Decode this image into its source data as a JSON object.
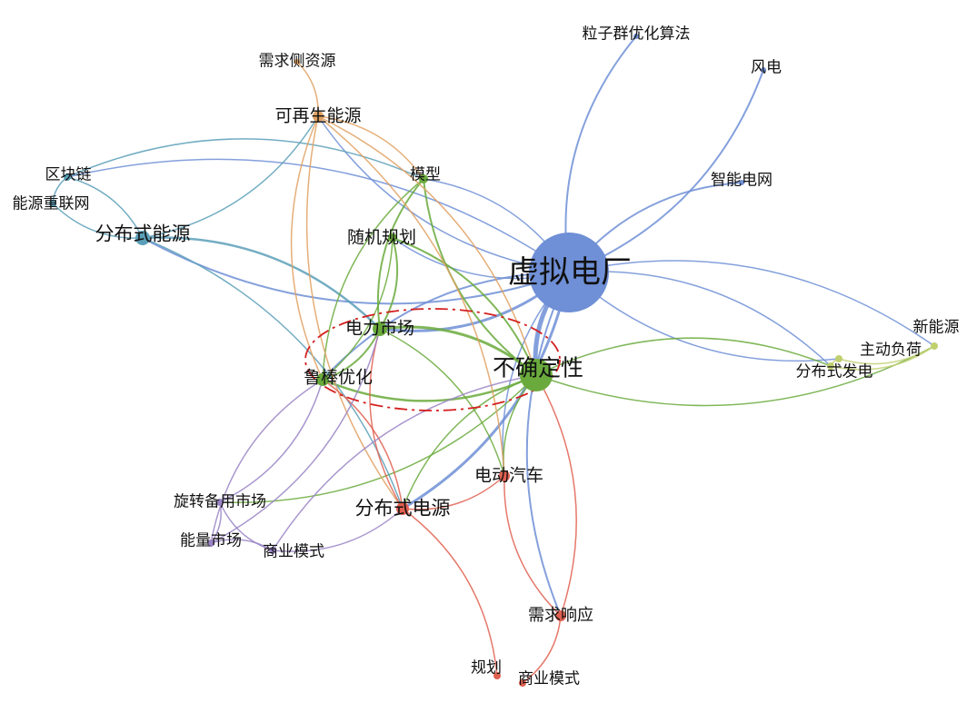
{
  "colors": {
    "blue": "#6f8fd6",
    "green": "#6aaa3c",
    "teal": "#5a9fb8",
    "orange": "#e0a060",
    "red": "#e06050",
    "purple": "#9a85c5",
    "lime": "#c0d070",
    "ellipse": "#d42020"
  },
  "nodes": [
    {
      "id": "vpp",
      "label": "虚拟电厂",
      "color": "blue",
      "r": 44
    },
    {
      "id": "unc",
      "label": "不确定性",
      "color": "green",
      "r": 18
    },
    {
      "id": "mkt",
      "label": "电力市场",
      "color": "green",
      "r": 8
    },
    {
      "id": "rob",
      "label": "鲁棒优化",
      "color": "green",
      "r": 7
    },
    {
      "id": "sto",
      "label": "随机规划",
      "color": "green",
      "r": 5
    },
    {
      "id": "mod",
      "label": "模型",
      "color": "green",
      "r": 5
    },
    {
      "id": "de",
      "label": "分布式能源",
      "color": "teal",
      "r": 8
    },
    {
      "id": "bc",
      "label": "区块链",
      "color": "teal",
      "r": 4
    },
    {
      "id": "ei",
      "label": "能源重联网",
      "color": "teal",
      "r": 4
    },
    {
      "id": "re",
      "label": "可再生能源",
      "color": "orange",
      "r": 6
    },
    {
      "id": "dsr",
      "label": "需求侧资源",
      "color": "orange",
      "r": 3
    },
    {
      "id": "dg",
      "label": "分布式电源",
      "color": "red",
      "r": 7
    },
    {
      "id": "ev",
      "label": "电动汽车",
      "color": "red",
      "r": 6
    },
    {
      "id": "dr",
      "label": "需求响应",
      "color": "red",
      "r": 6
    },
    {
      "id": "plan",
      "label": "规划",
      "color": "red",
      "r": 4
    },
    {
      "id": "bm2",
      "label": "商业模式",
      "color": "red",
      "r": 4
    },
    {
      "id": "srm",
      "label": "旋转备用市场",
      "color": "purple",
      "r": 4
    },
    {
      "id": "em",
      "label": "能量市场",
      "color": "purple",
      "r": 4
    },
    {
      "id": "bm1",
      "label": "商业模式",
      "color": "purple",
      "r": 4
    },
    {
      "id": "pso",
      "label": "粒子群优化算法",
      "color": "blue",
      "r": 3
    },
    {
      "id": "wind",
      "label": "风电",
      "color": "blue",
      "r": 3
    },
    {
      "id": "sg",
      "label": "智能电网",
      "color": "blue",
      "r": 3
    },
    {
      "id": "nre",
      "label": "新能源",
      "color": "lime",
      "r": 4
    },
    {
      "id": "adl",
      "label": "主动负荷",
      "color": "lime",
      "r": 4
    },
    {
      "id": "dgen",
      "label": "分布式发电",
      "color": "lime",
      "r": 4
    }
  ],
  "edges": [
    [
      "vpp",
      "pso",
      "blue",
      2
    ],
    [
      "vpp",
      "wind",
      "blue",
      2
    ],
    [
      "vpp",
      "sg",
      "blue",
      2
    ],
    [
      "vpp",
      "unc",
      "blue",
      5
    ],
    [
      "vpp",
      "mkt",
      "blue",
      3
    ],
    [
      "vpp",
      "rob",
      "blue",
      2
    ],
    [
      "vpp",
      "de",
      "blue",
      2
    ],
    [
      "vpp",
      "bc",
      "blue",
      1.5
    ],
    [
      "vpp",
      "re",
      "blue",
      1.5
    ],
    [
      "vpp",
      "mod",
      "blue",
      1.5
    ],
    [
      "vpp",
      "dg",
      "blue",
      3
    ],
    [
      "vpp",
      "dr",
      "blue",
      2
    ],
    [
      "vpp",
      "nre",
      "blue",
      1.5
    ],
    [
      "vpp",
      "adl",
      "blue",
      1.5
    ],
    [
      "vpp",
      "dgen",
      "blue",
      1.5
    ],
    [
      "vpp",
      "ev",
      "blue",
      1.5
    ],
    [
      "vpp",
      "sto",
      "blue",
      1.5
    ],
    [
      "unc",
      "mkt",
      "green",
      3
    ],
    [
      "unc",
      "rob",
      "green",
      2.5
    ],
    [
      "unc",
      "sto",
      "green",
      2
    ],
    [
      "unc",
      "mod",
      "green",
      2
    ],
    [
      "unc",
      "nre",
      "green",
      1.5
    ],
    [
      "unc",
      "dgen",
      "green",
      1.5
    ],
    [
      "unc",
      "ev",
      "green",
      1.5
    ],
    [
      "unc",
      "srm",
      "green",
      1.5
    ],
    [
      "unc",
      "dg",
      "green",
      1.5
    ],
    [
      "mkt",
      "rob",
      "green",
      2
    ],
    [
      "mkt",
      "sto",
      "green",
      2
    ],
    [
      "mkt",
      "mod",
      "green",
      2
    ],
    [
      "mkt",
      "de",
      "teal",
      2.5
    ],
    [
      "mkt",
      "ev",
      "green",
      1.5
    ],
    [
      "rob",
      "sto",
      "green",
      1.5
    ],
    [
      "rob",
      "mod",
      "green",
      1.5
    ],
    [
      "de",
      "bc",
      "teal",
      1.5
    ],
    [
      "de",
      "ei",
      "teal",
      1.5
    ],
    [
      "de",
      "re",
      "teal",
      1.5
    ],
    [
      "de",
      "dg",
      "teal",
      1.5
    ],
    [
      "bc",
      "ei",
      "teal",
      1.5
    ],
    [
      "bc",
      "mod",
      "teal",
      1.5
    ],
    [
      "re",
      "dsr",
      "orange",
      1.5
    ],
    [
      "re",
      "mod",
      "orange",
      1.5
    ],
    [
      "re",
      "dg",
      "orange",
      1.5
    ],
    [
      "re",
      "ev",
      "orange",
      1.5
    ],
    [
      "re",
      "rob",
      "orange",
      1.5
    ],
    [
      "re",
      "unc",
      "orange",
      1.5
    ],
    [
      "dg",
      "ev",
      "red",
      1.5
    ],
    [
      "dg",
      "plan",
      "red",
      1.5
    ],
    [
      "dg",
      "rob",
      "red",
      1.5
    ],
    [
      "dg",
      "mkt",
      "red",
      1.5
    ],
    [
      "ev",
      "dr",
      "red",
      1.5
    ],
    [
      "dr",
      "bm2",
      "red",
      1.5
    ],
    [
      "dr",
      "unc",
      "red",
      1.5
    ],
    [
      "srm",
      "em",
      "purple",
      1.5
    ],
    [
      "srm",
      "bm1",
      "purple",
      1.5
    ],
    [
      "em",
      "bm1",
      "purple",
      1.5
    ],
    [
      "srm",
      "rob",
      "purple",
      1.5
    ],
    [
      "em",
      "rob",
      "purple",
      1.5
    ],
    [
      "bm1",
      "dg",
      "purple",
      1.5
    ],
    [
      "bm1",
      "unc",
      "purple",
      1.5
    ],
    [
      "em",
      "mkt",
      "purple",
      1.5
    ],
    [
      "nre",
      "adl",
      "lime",
      1.5
    ],
    [
      "adl",
      "dgen",
      "lime",
      1.5
    ],
    [
      "nre",
      "dgen",
      "lime",
      1.5
    ]
  ]
}
